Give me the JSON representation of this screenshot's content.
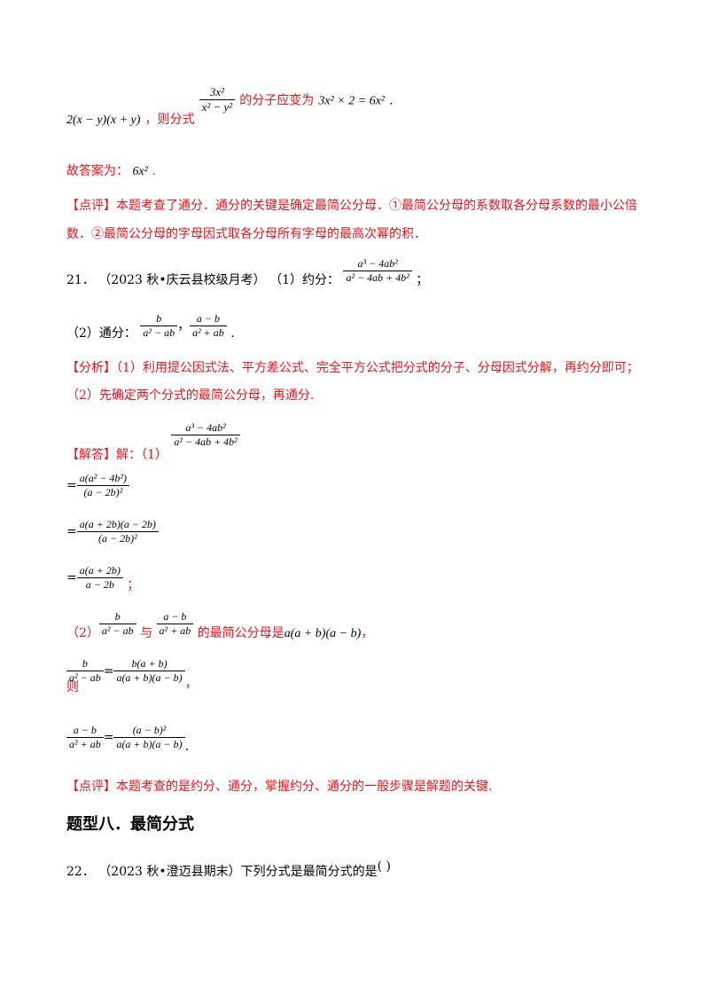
{
  "line1": {
    "expr_left": "2(x − y)(x + y)",
    "text1": "，则分式",
    "frac_num": "3x²",
    "frac_den": "x² − y²",
    "text2": "的分子应变为",
    "expr_right": "3x² × 2 = 6x²",
    "end": "."
  },
  "answer": {
    "label": "故答案为：",
    "value": "6x²",
    "end": "."
  },
  "comment1": {
    "tag": "【点评】",
    "line1": "本题考查了通分．通分的关键是确定最简公分母．①最简公分母的系数取各分母系数的最小公倍",
    "line2": "数．②最简公分母的字母因式取各分母所有字母的最高次幂的积．"
  },
  "q21": {
    "number": "21．",
    "source": "（2023 秋•庆云县校级月考）",
    "part1": "（1）约分：",
    "p1_num": "a³ − 4ab²",
    "p1_den": "a² − 4ab + 4b²",
    "p1_end": "；",
    "part2": "（2）通分：",
    "p2_a_num": "b",
    "p2_a_den": "a² − ab",
    "p2_sep": "，",
    "p2_b_num": "a − b",
    "p2_b_den": "a² + ab",
    "p2_end": "."
  },
  "analysis": {
    "tag": "【分析】",
    "line1": "（1）利用提公因式法、平方差公式、完全平方公式把分式的分子、分母因式分解，再约分即可；",
    "line2": "（2）先确定两个分式的最简公分母，再通分."
  },
  "solution": {
    "tag": "【解答】",
    "lead": "解：（1）",
    "s0_num": "a³ − 4ab²",
    "s0_den": "a² − 4ab + 4b²",
    "eq": "=",
    "s1_num": "a(a² − 4b²)",
    "s1_den": "(a − 2b)²",
    "s2_num": "a(a + 2b)(a − 2b)",
    "s2_den": "(a − 2b)²",
    "s3_num": "a(a + 2b)",
    "s3_den": "a − 2b",
    "s3_end": "；",
    "p2_lead": "（2）",
    "p2_f1_num": "b",
    "p2_f1_den": "a² − ab",
    "p2_and": "与",
    "p2_f2_num": "a − b",
    "p2_f2_den": "a² + ab",
    "p2_text": "的最简公分母是",
    "p2_lcd": "a(a + b)(a − b)",
    "p2_end": "，",
    "then": "则",
    "r1_l_num": "b",
    "r1_l_den": "a² − ab",
    "r1_r_num": "b(a + b)",
    "r1_r_den": "a(a + b)(a − b)",
    "r1_end": "，",
    "r2_l_num": "a − b",
    "r2_l_den": "a² + ab",
    "r2_r_num": "(a − b)²",
    "r2_r_den": "a(a + b)(a − b)",
    "r2_end": "."
  },
  "comment2": {
    "tag": "【点评】",
    "text": "本题考查的是约分、通分，掌握约分、通分的一般步骤是解题的关键."
  },
  "section": {
    "title": "题型八．最简分式"
  },
  "q22": {
    "number": "22．",
    "source": "（2023 秋•澄迈县期末）",
    "text": "下列分式是最简分式的是",
    "paren": "(        )"
  }
}
